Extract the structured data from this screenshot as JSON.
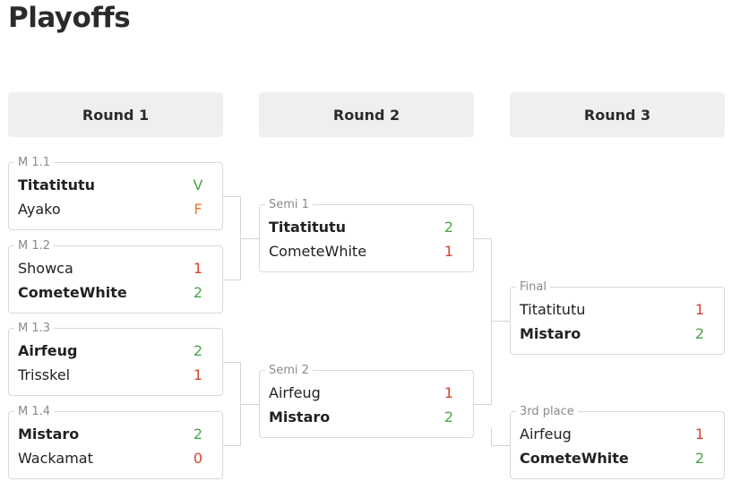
{
  "title": "Playoffs",
  "rounds": [
    {
      "label": "Round 1"
    },
    {
      "label": "Round 2"
    },
    {
      "label": "Round 3"
    }
  ],
  "matches": {
    "m11": {
      "label": "M 1.1",
      "p1": {
        "name": "Titatitutu",
        "score": "V"
      },
      "p2": {
        "name": "Ayako",
        "score": "F"
      }
    },
    "m12": {
      "label": "M 1.2",
      "p1": {
        "name": "Showca",
        "score": "1"
      },
      "p2": {
        "name": "CometeWhite",
        "score": "2"
      }
    },
    "m13": {
      "label": "M 1.3",
      "p1": {
        "name": "Airfeug",
        "score": "2"
      },
      "p2": {
        "name": "Trisskel",
        "score": "1"
      }
    },
    "m14": {
      "label": "M 1.4",
      "p1": {
        "name": "Mistaro",
        "score": "2"
      },
      "p2": {
        "name": "Wackamat",
        "score": "0"
      }
    },
    "semi1": {
      "label": "Semi 1",
      "p1": {
        "name": "Titatitutu",
        "score": "2"
      },
      "p2": {
        "name": "CometeWhite",
        "score": "1"
      }
    },
    "semi2": {
      "label": "Semi 2",
      "p1": {
        "name": "Airfeug",
        "score": "1"
      },
      "p2": {
        "name": "Mistaro",
        "score": "2"
      }
    },
    "final": {
      "label": "Final",
      "p1": {
        "name": "Titatitutu",
        "score": "1"
      },
      "p2": {
        "name": "Mistaro",
        "score": "2"
      }
    },
    "third": {
      "label": "3rd place",
      "p1": {
        "name": "Airfeug",
        "score": "1"
      },
      "p2": {
        "name": "CometeWhite",
        "score": "2"
      }
    }
  },
  "colors": {
    "win": "#4aa64a",
    "loss": "#d9442c",
    "forfeit": "#e8772e",
    "header_bg": "#efefef",
    "border": "#d9d9d9"
  }
}
